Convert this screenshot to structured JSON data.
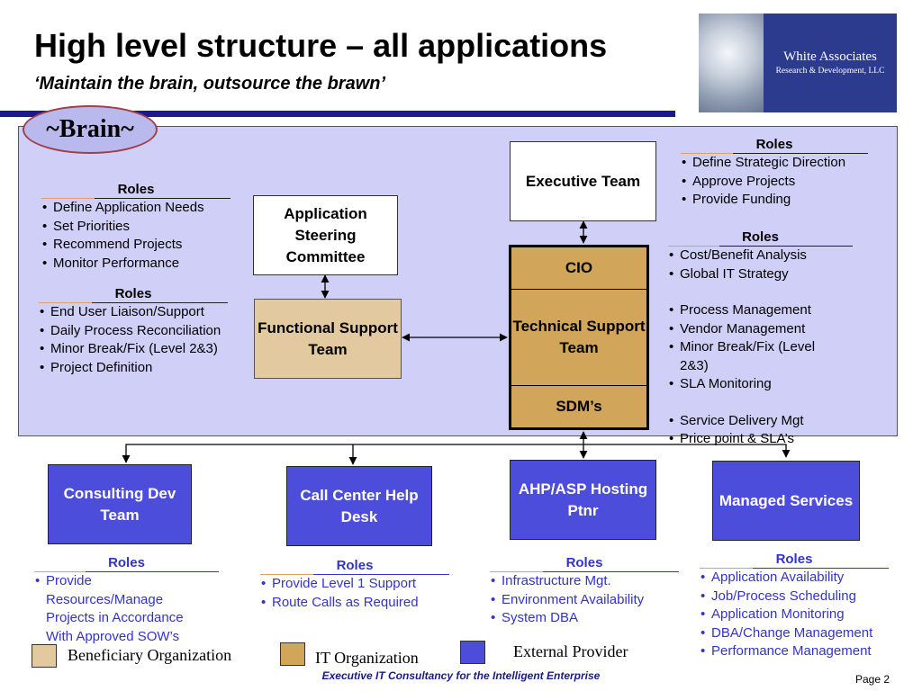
{
  "title": "High level structure – all applications",
  "subtitle": "‘Maintain the brain, outsource the brawn’",
  "logo": {
    "name": "White Associates",
    "tagline": "Research & Development, LLC"
  },
  "brain_label": "~Brain~",
  "boxes": {
    "executive": "Executive Team",
    "steering": "Application Steering Committee",
    "functional": "Functional Support Team",
    "cio": "CIO",
    "technical": "Technical Support Team",
    "sdm": "SDM’s",
    "consulting": "Consulting Dev Team",
    "callcenter": "Call Center Help Desk",
    "ahp": "AHP/ASP Hosting Ptnr",
    "managed": "Managed Services"
  },
  "roles": {
    "header": "Roles",
    "executive": [
      "Define Strategic Direction",
      "Approve Projects",
      "Provide Funding"
    ],
    "steering": [
      "Define Application Needs",
      "Set Priorities",
      "Recommend Projects",
      "Monitor Performance"
    ],
    "functional": [
      "End User Liaison/Support",
      "Daily Process Reconciliation",
      "Minor Break/Fix (Level 2&3)",
      "Project Definition"
    ],
    "technical": [
      "Cost/Benefit Analysis",
      "Global IT Strategy",
      "Process Management",
      "Vendor Management",
      "Minor Break/Fix (Level 2&3)",
      "SLA Monitoring",
      "Service Delivery Mgt",
      "Price point & SLA’s"
    ],
    "consulting": [
      "Provide Resources/Manage Projects in Accordance With Approved SOW’s"
    ],
    "callcenter": [
      "Provide Level 1 Support",
      "Route Calls as Required"
    ],
    "ahp": [
      "Infrastructure Mgt.",
      "Environment Availability",
      "System DBA"
    ],
    "managed": [
      "Application Availability",
      "Job/Process Scheduling",
      "Application Monitoring",
      "DBA/Change Management",
      "Performance Management"
    ]
  },
  "legend": [
    {
      "label": "Beneficiary Organization",
      "color": "#e3c9a0"
    },
    {
      "label": "IT Organization",
      "color": "#d1a55a"
    },
    {
      "label": "External Provider",
      "color": "#4d4ddb"
    }
  ],
  "footer": "Executive IT Consultancy for the Intelligent Enterprise",
  "page_label": "Page  2"
}
